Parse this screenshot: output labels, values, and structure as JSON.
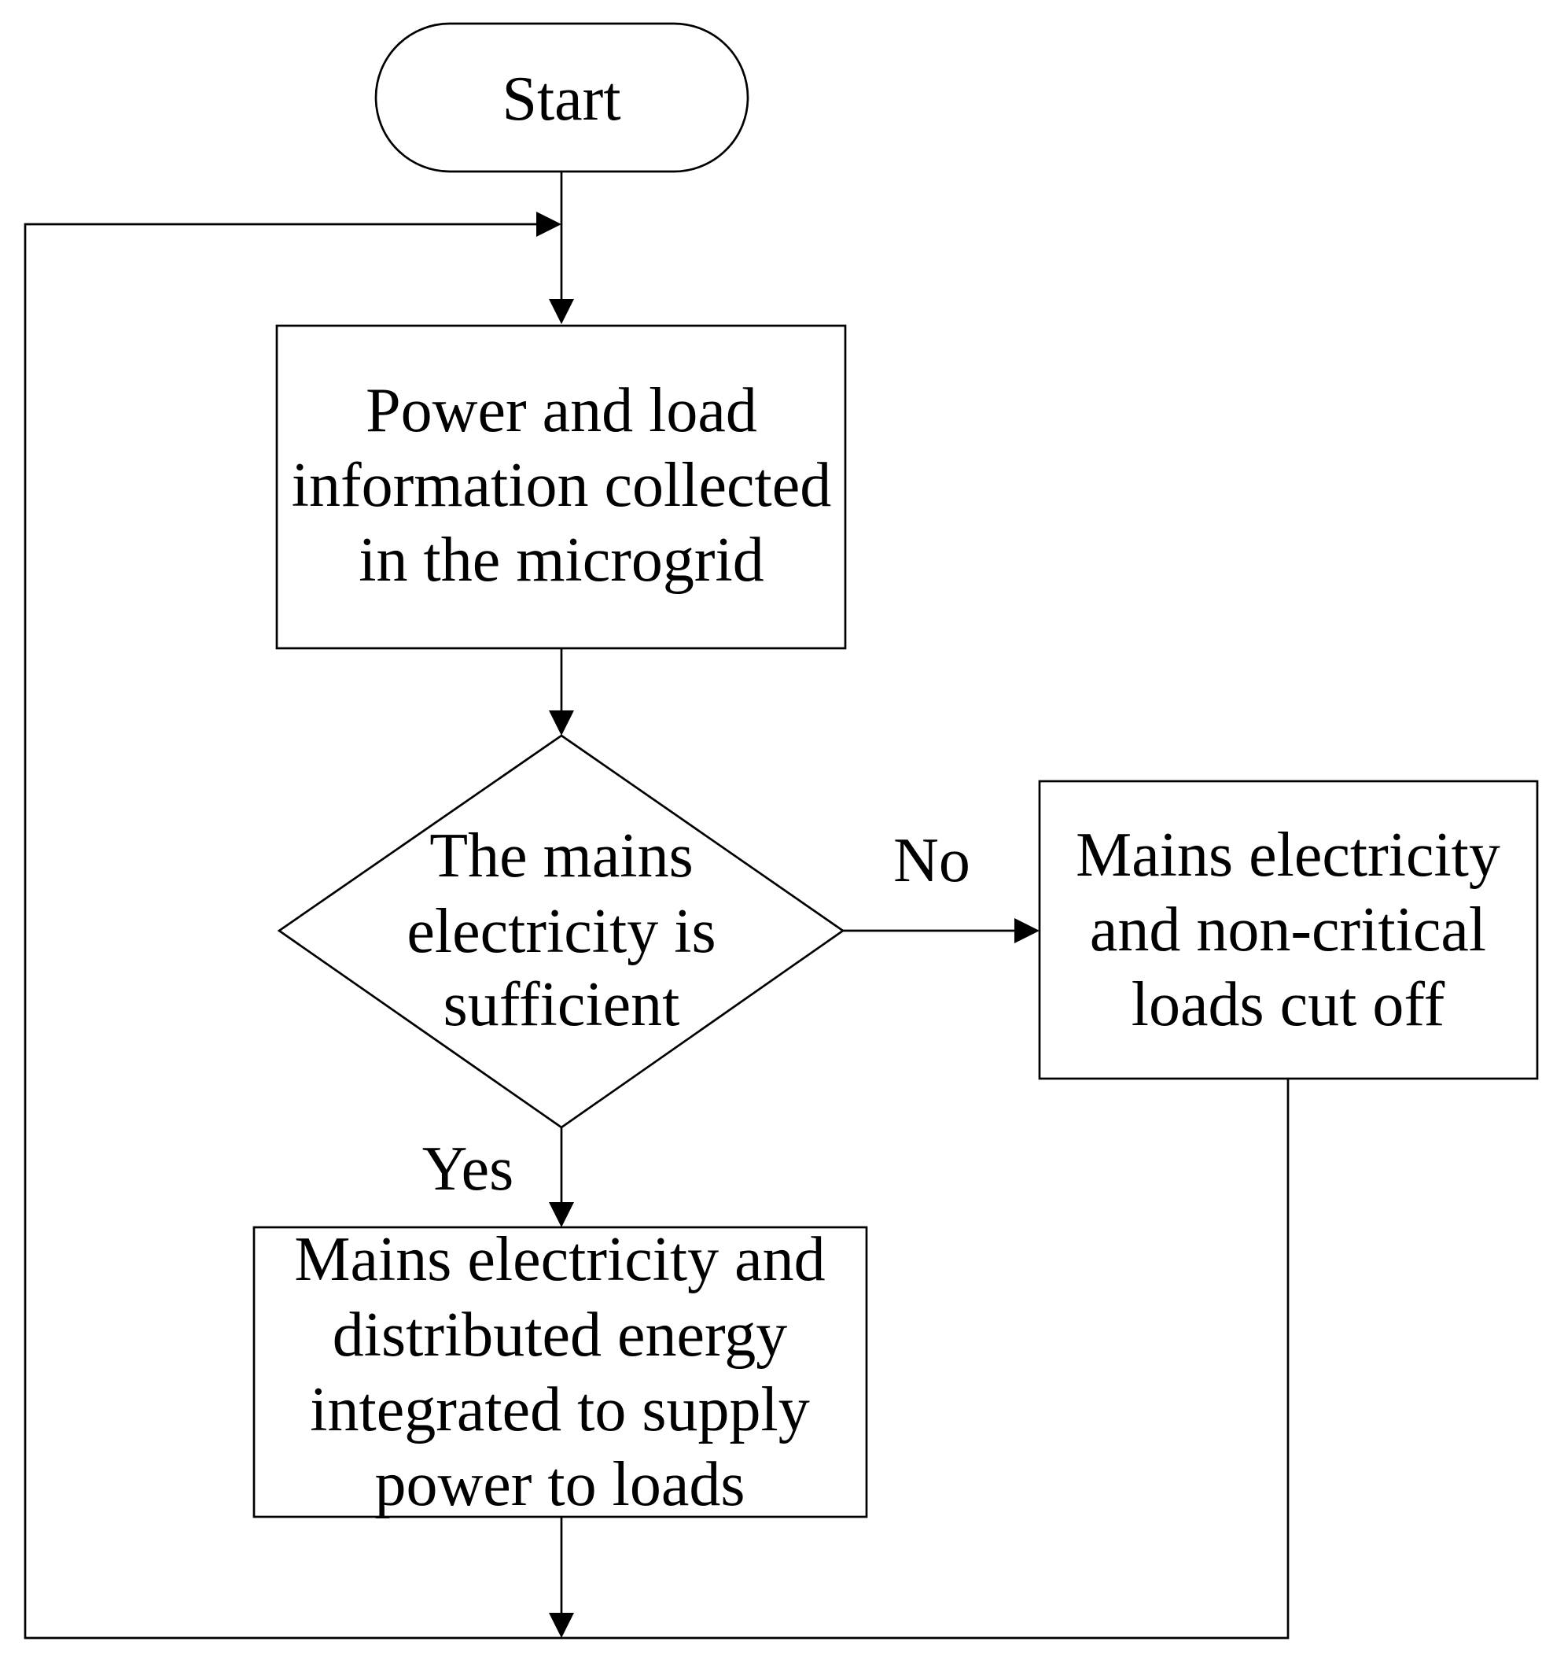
{
  "diagram": {
    "type": "flowchart",
    "nodes": {
      "start": {
        "shape": "terminal",
        "lines": [
          "Start"
        ]
      },
      "collect": {
        "shape": "process",
        "lines": [
          "Power and load",
          "information collected",
          "in the microgrid"
        ]
      },
      "decision": {
        "shape": "decision",
        "lines": [
          "The mains",
          "electricity is",
          "sufficient"
        ]
      },
      "cutoff": {
        "shape": "process",
        "lines": [
          "Mains electricity",
          "and non-critical",
          "loads cut off"
        ]
      },
      "integrate": {
        "shape": "process",
        "lines": [
          "Mains electricity and",
          "distributed energy",
          "integrated to supply",
          "power to loads"
        ]
      }
    },
    "edges": {
      "no": {
        "from": "decision",
        "to": "cutoff",
        "label": "No"
      },
      "yes": {
        "from": "decision",
        "to": "integrate",
        "label": "Yes"
      }
    },
    "colors": {
      "stroke": "#000000",
      "fill": "#ffffff",
      "text": "#000000"
    }
  }
}
